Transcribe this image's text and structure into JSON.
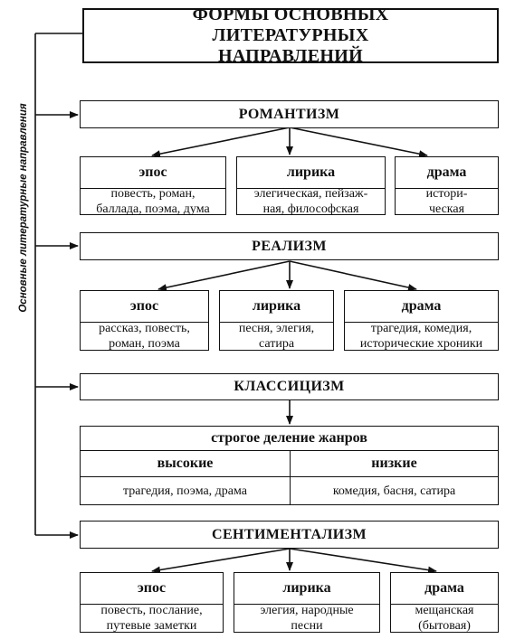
{
  "title": "ФОРМЫ ОСНОВНЫХ ЛИТЕРАТУРНЫХ НАПРАВЛЕНИЙ",
  "side_label": "Основные литературные направления",
  "romanticism": {
    "heading": "РОМАНТИЗМ",
    "genres": [
      {
        "name": "эпос",
        "examples": "повесть, роман, баллада, поэма, дума"
      },
      {
        "name": "лирика",
        "examples": "элегическая, пейзаж-ная, философская"
      },
      {
        "name": "драма",
        "examples": "истори-ческая"
      }
    ]
  },
  "realism": {
    "heading": "РЕАЛИЗМ",
    "genres": [
      {
        "name": "эпос",
        "examples": "рассказ, повесть, роман, поэма"
      },
      {
        "name": "лирика",
        "examples": "песня, элегия, сатира"
      },
      {
        "name": "драма",
        "examples": "трагедия, комедия, исторические хроники"
      }
    ]
  },
  "classicism": {
    "heading": "КЛАССИЦИЗМ",
    "division": "строгое деление жанров",
    "high": {
      "name": "высокие",
      "examples": "трагедия, поэма, драма"
    },
    "low": {
      "name": "низкие",
      "examples": "комедия, басня, сатира"
    }
  },
  "sentimentalism": {
    "heading": "СЕНТИМЕНТАЛИЗМ",
    "genres": [
      {
        "name": "эпос",
        "examples": "повесть, послание, путевые заметки"
      },
      {
        "name": "лирика",
        "examples": "элегия, народные песни"
      },
      {
        "name": "драма",
        "examples": "мещанская (бытовая)"
      }
    ]
  }
}
